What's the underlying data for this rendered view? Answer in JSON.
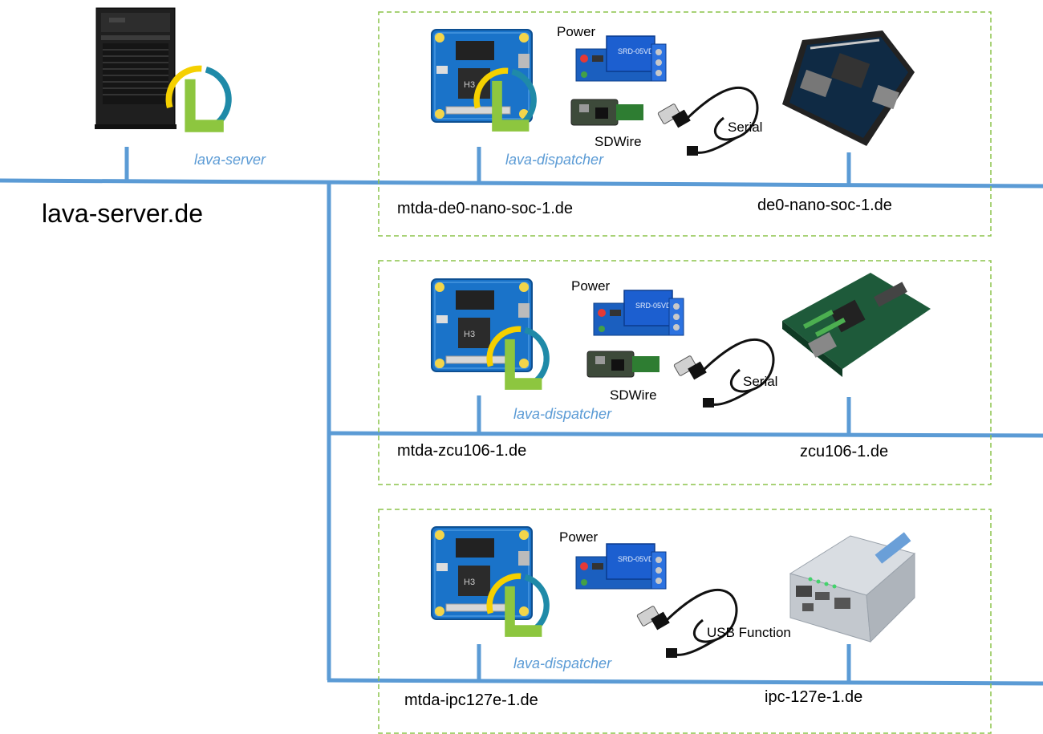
{
  "server": {
    "hostname": "lava-server.de",
    "role_label": "lava-server"
  },
  "racks": [
    {
      "mtda_hostname": "mtda-de0-nano-soc-1.de",
      "dut_hostname": "de0-nano-soc-1.de",
      "role_label": "lava-dispatcher",
      "power_label": "Power",
      "sdwire_label": "SDWire",
      "cable_label": "Serial"
    },
    {
      "mtda_hostname": "mtda-zcu106-1.de",
      "dut_hostname": "zcu106-1.de",
      "role_label": "lava-dispatcher",
      "power_label": "Power",
      "sdwire_label": "SDWire",
      "cable_label": "Serial"
    },
    {
      "mtda_hostname": "mtda-ipc127e-1.de",
      "dut_hostname": "ipc-127e-1.de",
      "role_label": "lava-dispatcher",
      "power_label": "Power",
      "cable_label": "USB Function"
    }
  ],
  "colors": {
    "network_line": "#5b9bd5",
    "group_border": "#8bc34a",
    "lava_green": "#8dc63f",
    "lava_yellow": "#f5d000",
    "lava_teal": "#1f8aa8",
    "board_blue": "#1a73c9",
    "relay_blue": "#1565c0"
  }
}
